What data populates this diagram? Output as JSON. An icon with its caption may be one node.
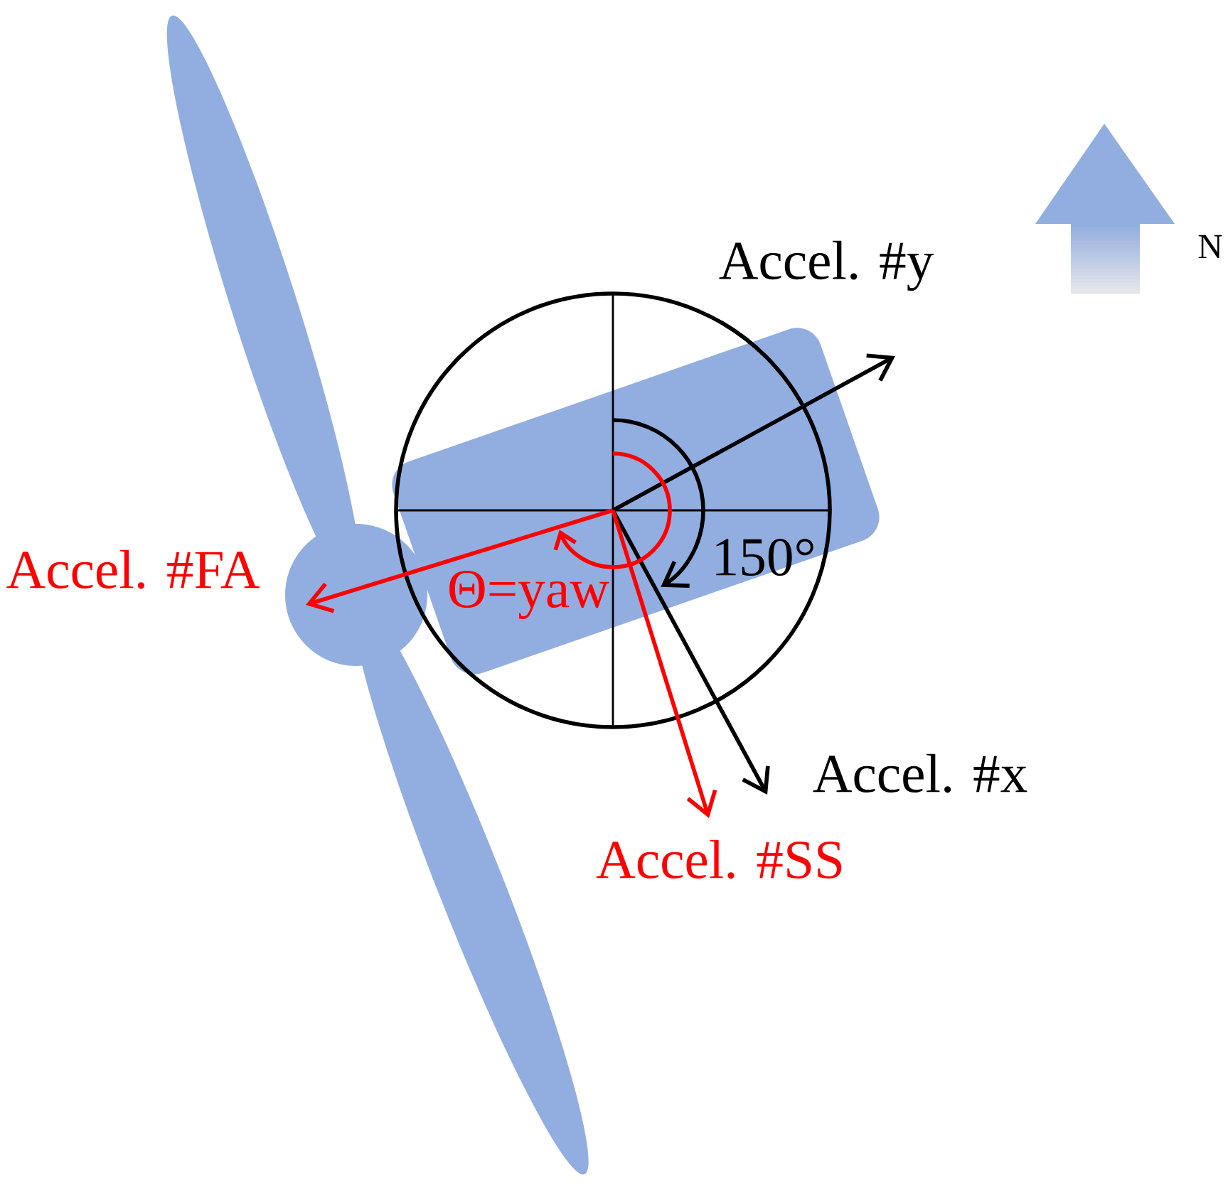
{
  "diagram": {
    "labels": [
      "N",
      "Accel. #y",
      "Accel. #FA",
      "150°",
      "Θ=yaw",
      "Accel. #x",
      "Accel. #SS"
    ]
  }
}
